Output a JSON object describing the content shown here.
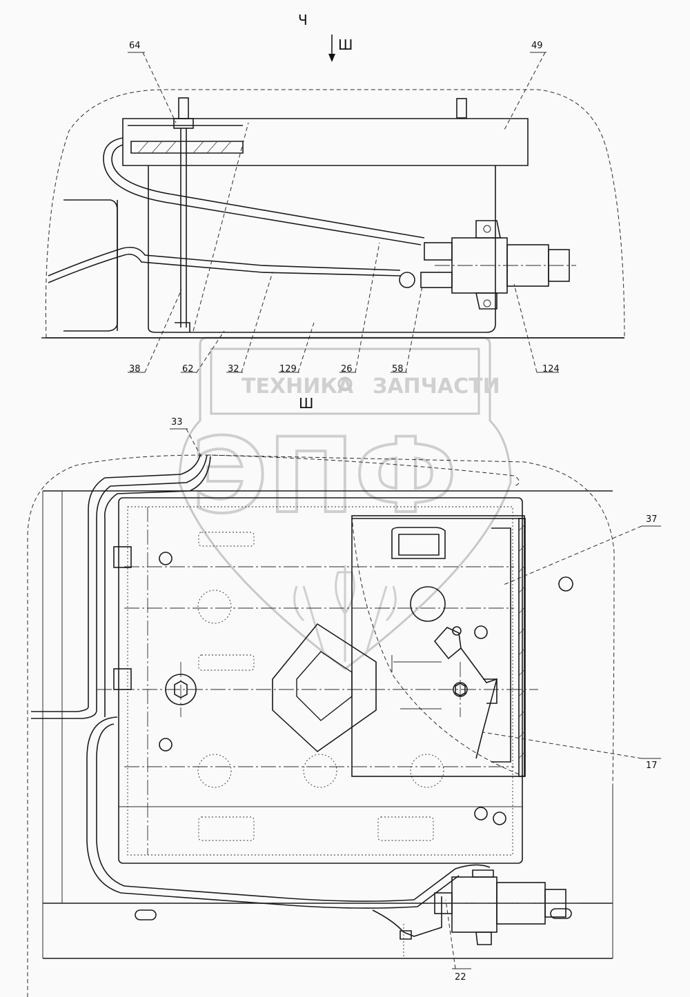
{
  "view_labels": {
    "top_view": "Ч",
    "arrow_view": "Ш",
    "section_view": "Ш"
  },
  "callouts": {
    "c64": "64",
    "c49": "49",
    "c38": "38",
    "c62": "62",
    "c32": "32",
    "c129": "129",
    "c26": "26",
    "c58": "58",
    "c124": "124",
    "c33": "33",
    "c37": "37",
    "c17": "17",
    "c22": "22"
  },
  "watermark": {
    "left_word": "ТЕХНИКА",
    "right_word": "ЗАПЧАСТИ",
    "logo_text": "ЭПФ"
  }
}
